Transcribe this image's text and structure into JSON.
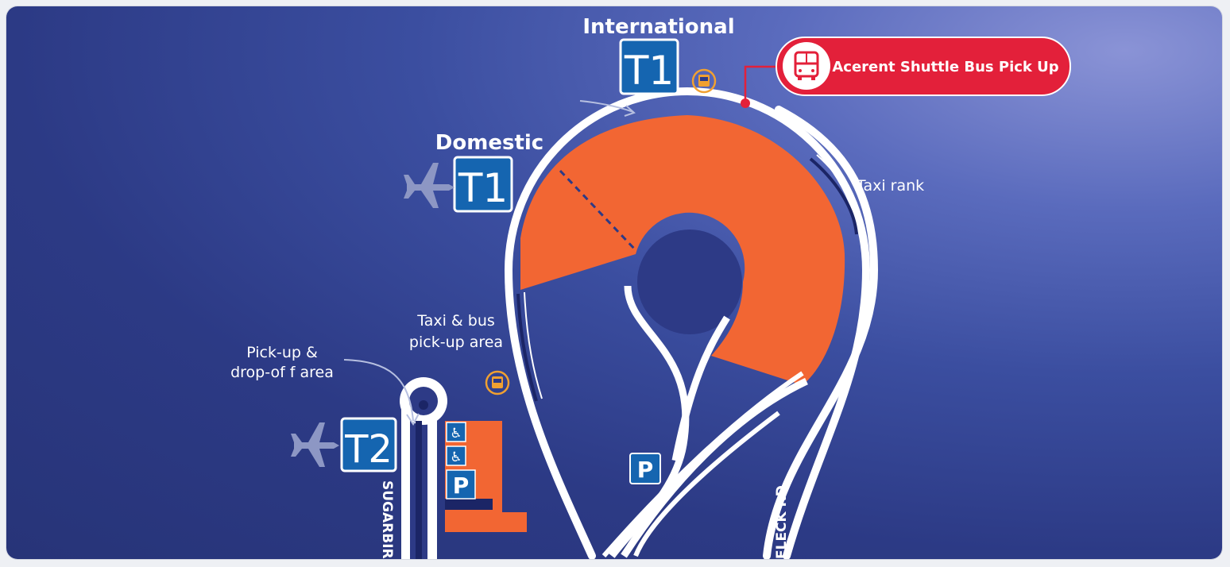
{
  "terminals": {
    "international": {
      "heading": "International",
      "code": "T1"
    },
    "domestic": {
      "heading": "Domestic",
      "code": "T1"
    },
    "t2": {
      "code": "T2"
    }
  },
  "shuttle": {
    "label": "Acerent Shuttle Bus Pick Up"
  },
  "labels": {
    "taxi_rank": "Taxi rank",
    "taxi_bus_line1": "Taxi & bus",
    "taxi_bus_line2": "pick-up area",
    "pickup_line1": "Pick-up &",
    "pickup_line2": "drop-of f area",
    "parking_p": "P",
    "sugarbird_rd": "SUGARBIR",
    "fleck_rd": "FLECK RD"
  },
  "colors": {
    "background": "#2f3d8c",
    "road": "#ffffff",
    "terminal_area": "#f26633",
    "sign_blue": "#1565b0",
    "shuttle_red": "#e3203a",
    "bus_icon": "#f0a031"
  },
  "icons": [
    "airplane-icon",
    "bus-icon",
    "wheelchair-icon",
    "parking-icon"
  ]
}
